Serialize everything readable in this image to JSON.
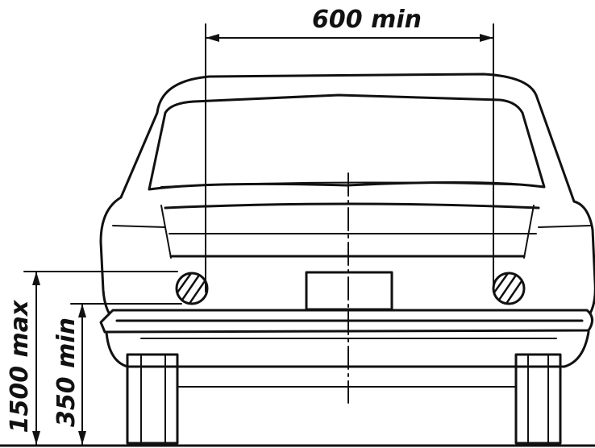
{
  "diagram": {
    "dimensions": {
      "lamp_spacing": {
        "label": "600 min"
      },
      "max_height": {
        "label": "1500 max"
      },
      "min_height": {
        "label": "350 min"
      }
    }
  }
}
